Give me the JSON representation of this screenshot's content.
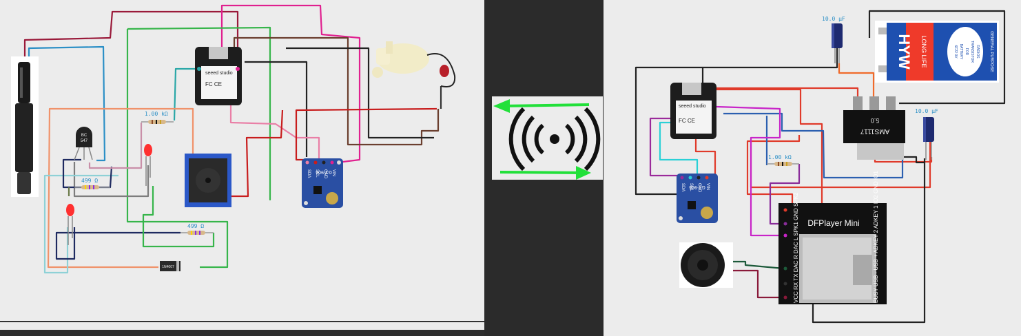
{
  "left_panel": {
    "resistor_top_label": "1.00 kΩ",
    "resistor_mid_label": "499 Ω",
    "resistor_bottom_label": "499 Ω",
    "transistor_text": "BC\n547",
    "transistor_line1": "BC",
    "transistor_line2": "547",
    "diode_label": "1N4007",
    "seeed_brand": "seeed studio",
    "sensor_pins": [
      "SDA",
      "SCL",
      "GND",
      "VIN"
    ],
    "sensor_name": "GY-906"
  },
  "middle_panel": {
    "icon": "wireless-signal-icon",
    "arrow_color": "#22e03a"
  },
  "right_panel": {
    "cap_top_label": "10.0 µF",
    "cap_right_label": "10.0 µF",
    "battery_brand": "HYW",
    "battery_long_life": "LONG LIFE",
    "battery_text_1": "6F22 9V",
    "battery_text_2": "BATTERY",
    "battery_text_3": "FOR",
    "battery_text_4": "TRANSISTOR",
    "battery_text_5": "RADIOS",
    "battery_general": "GENERAL PURPOSE",
    "regulator_label": "AMS1117",
    "regulator_sub": "5.0",
    "resistor_label": "1.00 kΩ",
    "dfplayer_title": "DFPlayer Mini",
    "dfplayer_left_pins": "VCC  RX  TX  DAC R  DAC L  SPK1  GND  SPK2",
    "dfplayer_right_pins": "BUSY  USB -  USB +  ADKEY 2  ADKEY 1  IO2  GND  IO1",
    "seeed_brand": "seeed studio",
    "sensor_pins": [
      "SDA",
      "SCL",
      "GND",
      "VIN"
    ],
    "sensor_name": "GY-906"
  }
}
